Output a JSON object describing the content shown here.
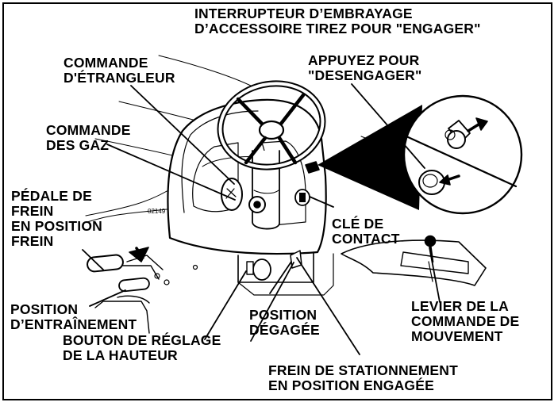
{
  "labels": {
    "accessory_switch": {
      "line1": "INTERRUPTEUR D’EMBRAYAGE",
      "line2": "D’ACCESSOIRE TIREZ POUR \"ENGAGER\""
    },
    "press_disengage": {
      "line1": "APPUYEZ POUR",
      "line2": "\"DESENGAGER\""
    },
    "choke": {
      "line1": "COMMANDE",
      "line2": "D'ÉTRANGLEUR"
    },
    "throttle": {
      "line1": "COMMANDE",
      "line2": "DES GAZ"
    },
    "brake_pedal": {
      "line1": "PÉDALE DE",
      "line2": "FREIN",
      "line3": "EN POSITION",
      "line4": "FREIN"
    },
    "ignition_key": {
      "line1": "CLÉ DE",
      "line2": "CONTACT"
    },
    "drive_position": {
      "line1": "POSITION",
      "line2": "D’ENTRAÎNEMENT"
    },
    "height_knob": {
      "line1": "BOUTON DE RÉGLAGE",
      "line2": "DE LA HAUTEUR"
    },
    "released_position": {
      "line1": "POSITION",
      "line2": "DÉGAGÉE"
    },
    "motion_lever": {
      "line1": "LEVIER DE LA",
      "line2": "COMMANDE DE",
      "line3": "MOUVEMENT"
    },
    "parking_brake": {
      "line1": "FREIN DE STATIONNEMENT",
      "line2": "EN POSITION ENGAGÉE"
    }
  },
  "figure_code": "02149",
  "colors": {
    "ink": "#000000",
    "paper": "#ffffff"
  }
}
